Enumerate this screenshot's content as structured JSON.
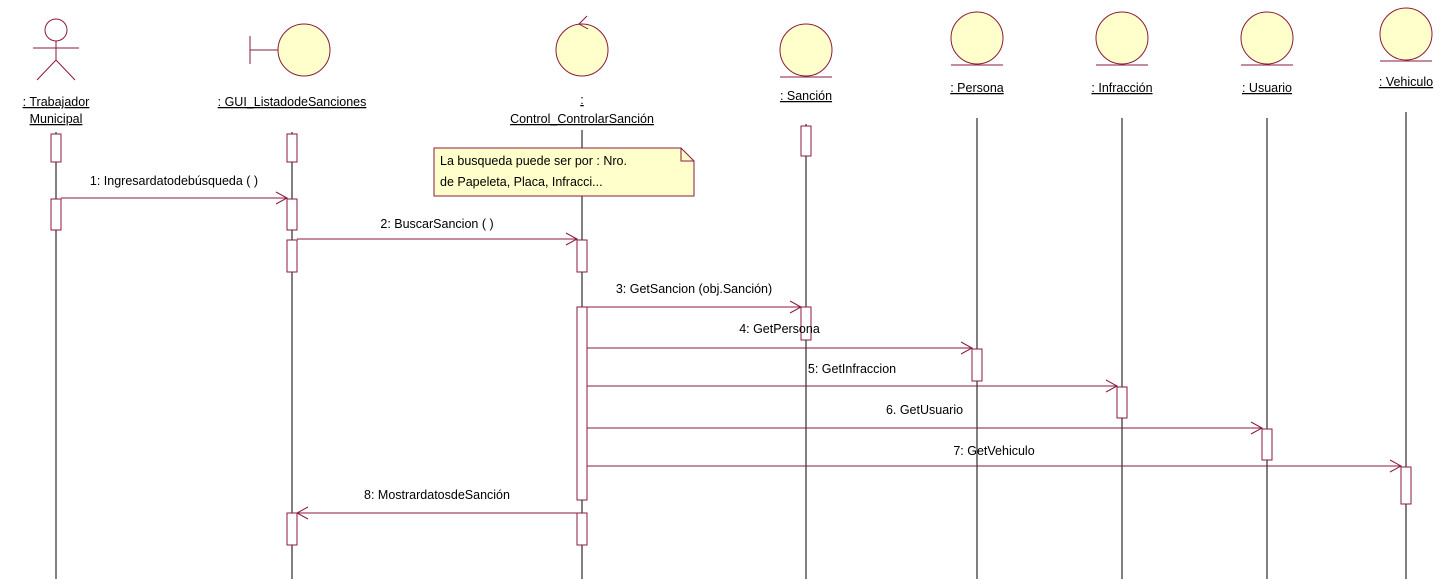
{
  "colors": {
    "line": "#8b1a3c",
    "object_fill": "#ffffcc",
    "note_fill": "#ffffcc",
    "text": "#000000"
  },
  "objects": [
    {
      "id": "actor",
      "kind": "actor",
      "label_lines": [
        ": Trabajador",
        "Municipal"
      ]
    },
    {
      "id": "gui",
      "kind": "boundary",
      "label_lines": [
        ": GUI_ListadodeSanciones"
      ]
    },
    {
      "id": "control",
      "kind": "control",
      "label_lines": [
        ":",
        "Control_ControlarSanción"
      ]
    },
    {
      "id": "sancion",
      "kind": "entity",
      "label_lines": [
        ": Sanción"
      ]
    },
    {
      "id": "persona",
      "kind": "entity",
      "label_lines": [
        ": Persona"
      ]
    },
    {
      "id": "infraccion",
      "kind": "entity",
      "label_lines": [
        ": Infracción"
      ]
    },
    {
      "id": "usuario",
      "kind": "entity",
      "label_lines": [
        ": Usuario"
      ]
    },
    {
      "id": "vehiculo",
      "kind": "entity",
      "label_lines": [
        ": Vehiculo"
      ]
    }
  ],
  "messages": [
    {
      "label": "1: Ingresardatodebúsqueda ( )",
      "from": "actor",
      "to": "gui"
    },
    {
      "label": "2: BuscarSancion ( )",
      "from": "gui",
      "to": "control"
    },
    {
      "label": "3: GetSancion (obj.Sanción)",
      "from": "control",
      "to": "sancion"
    },
    {
      "label": "4: GetPersona",
      "from": "control",
      "to": "persona"
    },
    {
      "label": "5: GetInfraccion",
      "from": "control",
      "to": "infraccion"
    },
    {
      "label": "6. GetUsuario",
      "from": "control",
      "to": "usuario"
    },
    {
      "label": "7: GetVehiculo",
      "from": "control",
      "to": "vehiculo"
    },
    {
      "label": "8: MostrardatosdeSanción",
      "from": "control",
      "to": "gui"
    }
  ],
  "note": {
    "lines": [
      "La busqueda puede ser por : Nro.",
      "de Papeleta, Placa, Infracci..."
    ]
  }
}
